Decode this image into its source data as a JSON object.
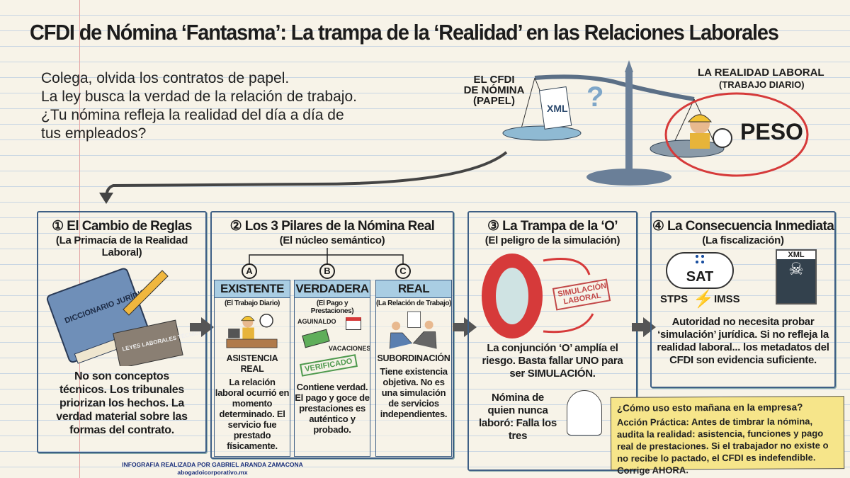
{
  "title": "CFDI de Nómina ‘Fantasma’: La trampa de la ‘Realidad’ en las Relaciones Laborales",
  "intro": [
    "Colega, olvida los contratos de papel.",
    "La ley busca la verdad de la relación de trabajo.",
    "¿Tu nómina refleja la realidad del día a día de",
    "tus empleados?"
  ],
  "scale": {
    "left_label": [
      "EL CFDI",
      "DE NÓMINA",
      "(PAPEL)"
    ],
    "left_doc": "XML",
    "question": "?",
    "right_label": "LA REALIDAD LABORAL",
    "right_sub": "(TRABAJO DIARIO)",
    "weight": "PESO"
  },
  "panel1": {
    "num": "①",
    "title": "El Cambio de Reglas",
    "subtitle": "(La Primacía de la Realidad Laboral)",
    "book1": "DICCIONARIO JURÍDICO",
    "book2": "LEYES LABORALES TÉCNICAS",
    "body": "No son conceptos técnicos. Los tribunales priorizan los hechos. La verdad material sobre las formas del contrato."
  },
  "panel2": {
    "num": "②",
    "title": "Los 3 Pilares de la Nómina Real",
    "subtitle": "(El núcleo semántico)",
    "pillars": [
      {
        "letter": "A",
        "title": "EXISTENTE",
        "sub": "(El Trabajo Diario)",
        "label": "ASISTENCIA REAL",
        "body": "La relación laboral ocurrió en momento determinado. El servicio fue prestado físicamente."
      },
      {
        "letter": "B",
        "title": "VERDADERA",
        "sub": "(El Pago y Prestaciones)",
        "tag1": "AGUINALDO",
        "tag2": "VACACIONES",
        "stamp": "VERIFICADO",
        "body": "Contiene verdad. El pago y goce de prestaciones es auténtico y probado."
      },
      {
        "letter": "C",
        "title": "REAL",
        "sub": "(La Relación de Trabajo)",
        "label": "SUBORDINACIÓN",
        "body": "Tiene existencia objetiva. No es una simulación de servicios independientes."
      }
    ]
  },
  "panel3": {
    "num": "③",
    "title": "La Trampa de la ‘O’",
    "subtitle": "(El peligro de la simulación)",
    "big_letter": "O",
    "stamp": "SIMULACIÓN LABORAL",
    "body": "La conjunción ‘O’ amplía el riesgo. Basta fallar UNO para ser SIMULACIÓN.",
    "ghost_text": "Nómina de quien nunca laboró: Falla los tres"
  },
  "panel4": {
    "num": "④",
    "title": "La Consecuencia Inmediata",
    "subtitle": "(La fiscalización)",
    "cloud": "SAT",
    "left_agency": "STPS",
    "right_agency": "IMSS",
    "doc": "XML",
    "body": "Autoridad no necesita probar ‘simulación’ jurídica. Si no refleja la realidad laboral... los metadatos del CFDI son evidencia suficiente."
  },
  "note": {
    "question": "¿Cómo uso esto mañana en la empresa?",
    "body": "Acción Práctica: Antes de timbrar la nómina, audita la realidad: asistencia, funciones y pago real de prestaciones. Si el trabajador no existe o no recibe lo pactado, el CFDI es indefendible. Corrige AHORA."
  },
  "credit": {
    "line1": "INFOGRAFIA REALIZADA POR GABRIEL ARANDA ZAMACONA",
    "line2": "abogadoicorporativo.mx"
  },
  "colors": {
    "panel_border": "#3e5f85",
    "card_header": "#a9cde3",
    "accent_red": "#d63a3a",
    "note_bg": "#f6e58a"
  }
}
